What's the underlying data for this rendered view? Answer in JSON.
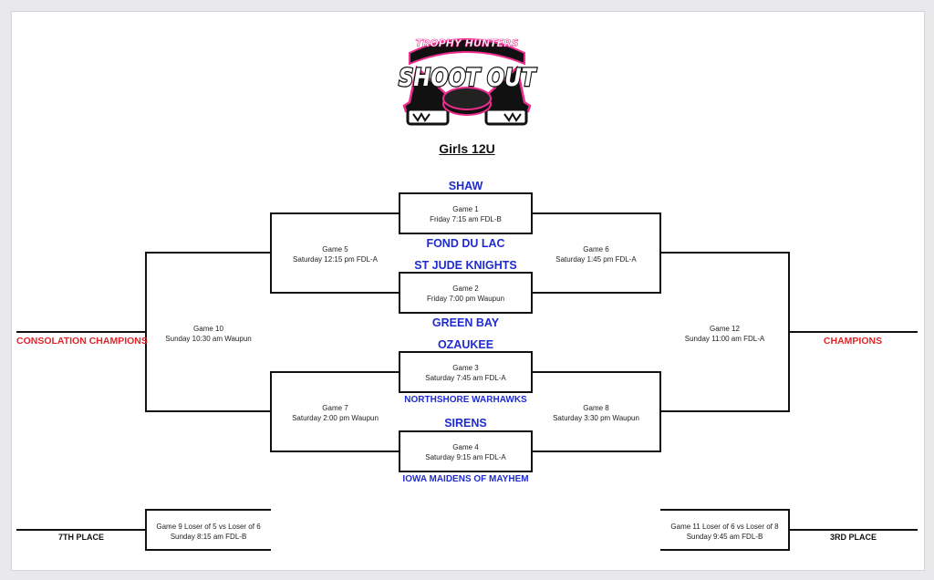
{
  "logo": {
    "line1": "TROPHY HUNTERS",
    "line2": "SHOOT OUT",
    "colors": {
      "pink": "#ec2d8f",
      "black": "#111111"
    }
  },
  "title": "Girls 12U",
  "teams": {
    "shaw": "SHAW",
    "fond_du_lac": "FOND DU LAC",
    "st_jude_knights": "ST JUDE KNIGHTS",
    "green_bay": "GREEN BAY",
    "ozaukee": "OZAUKEE",
    "northshore_warhawks": "NORTHSHORE WARHAWKS",
    "sirens": "SIRENS",
    "iowa_maidens_of_mayhem": "IOWA MAIDENS OF MAYHEM"
  },
  "games": {
    "g1": {
      "name": "Game 1",
      "time": "Friday 7:15 am  FDL-B"
    },
    "g2": {
      "name": "Game 2",
      "time": "Friday 7:00 pm  Waupun"
    },
    "g3": {
      "name": "Game 3",
      "time": "Saturday 7:45 am  FDL-A"
    },
    "g4": {
      "name": "Game 4",
      "time": "Saturday 9:15 am  FDL-A"
    },
    "g5": {
      "name": "Game 5",
      "time": "Saturday 12:15 pm  FDL-A"
    },
    "g6": {
      "name": "Game 6",
      "time": "Saturday 1:45 pm  FDL-A"
    },
    "g7": {
      "name": "Game 7",
      "time": "Saturday 2:00 pm  Waupun"
    },
    "g8": {
      "name": "Game 8",
      "time": "Saturday 3:30 pm  Waupun"
    },
    "g9": {
      "name": "Game 9  Loser of 5 vs Loser of 6",
      "time": "Sunday 8:15 am  FDL-B"
    },
    "g10": {
      "name": "Game 10",
      "time": "Sunday 10:30 am  Waupun"
    },
    "g11": {
      "name": "Game 11  Loser of 6 vs Loser of 8",
      "time": "Sunday 9:45 am  FDL-B"
    },
    "g12": {
      "name": "Game 12",
      "time": "Sunday 11:00 am  FDL-A"
    }
  },
  "results": {
    "consolation": "CONSOLATION CHAMPIONS",
    "champions": "CHAMPIONS",
    "seventh": "7TH PLACE",
    "third": "3RD PLACE"
  },
  "colors": {
    "team_text": "#1f2bd0",
    "champion_text": "#e0262b",
    "line": "#111111"
  }
}
